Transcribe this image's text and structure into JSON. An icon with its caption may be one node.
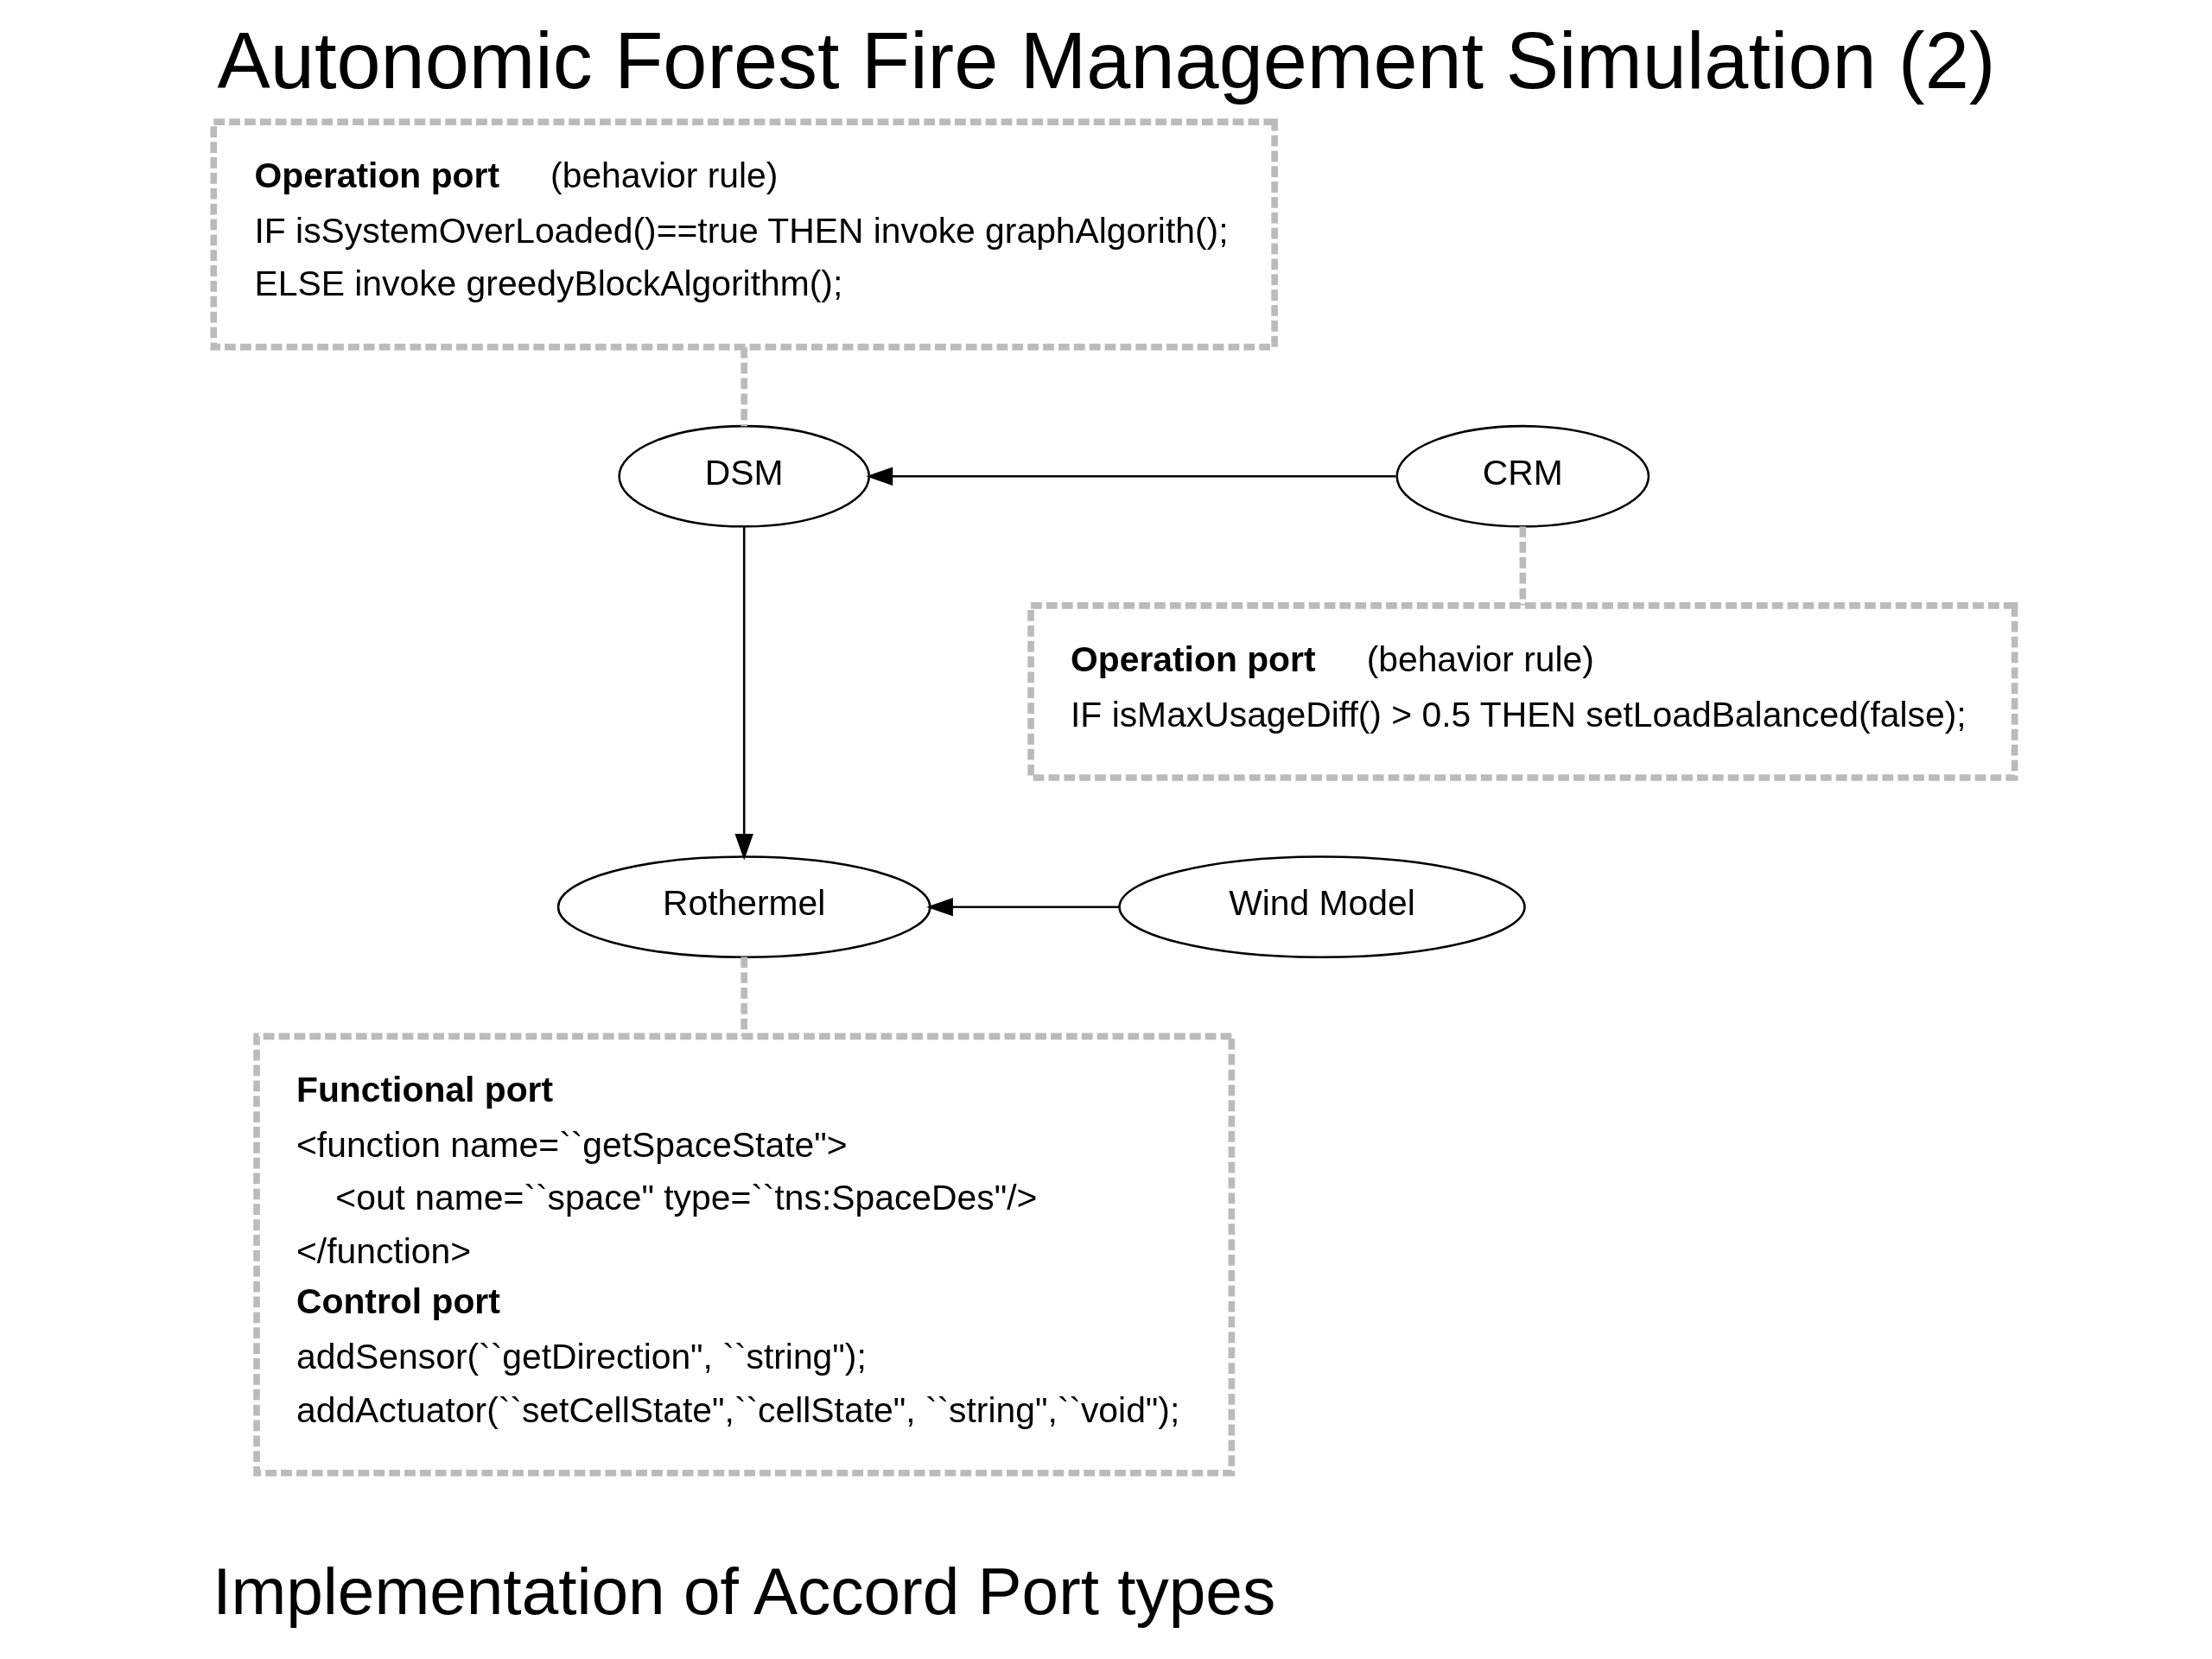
{
  "diagram": {
    "title": "Autonomic Forest Fire Management Simulation (2)",
    "caption": "Implementation of Accord Port types",
    "nodes": [
      {
        "text": [
          "Operation port",
          "(behavior rule)",
          "IF isSystemOverLoaded()==true THEN invoke graphAlgorith();",
          "ELSE invoke greedyBlockAlgorithm();"
        ]
      },
      {
        "text": [
          "DSM"
        ]
      },
      {
        "text": [
          "CRM"
        ]
      },
      {
        "text": [
          "Operation port",
          "(behavior rule)",
          "IF isMaxUsageDiff() > 0.5 THEN setLoadBalanced(false);"
        ]
      },
      {
        "text": [
          "Rothermel"
        ]
      },
      {
        "text": [
          "Wind Model"
        ]
      },
      {
        "text": [
          "Functional port",
          "<function name=``getSpaceState\">",
          "<out name=``space\" type=``tns:SpaceDes\"/>",
          "</function>",
          "Control port",
          "addSensor(``getDirection\", ``string\");",
          "addActuator(``setCellState\",``cellState\", ``string\",``void\");"
        ]
      }
    ],
    "edges": [
      {
        "from": 2,
        "to": 1,
        "arrow": "to"
      },
      {
        "from": 1,
        "to": 4,
        "arrow": "to"
      },
      {
        "from": 5,
        "to": 4,
        "arrow": "to"
      },
      {
        "from": 0,
        "to": 1,
        "arrow": "none",
        "style": "dashed",
        "color": "#bbbbbb"
      },
      {
        "from": 2,
        "to": 3,
        "arrow": "none",
        "style": "dashed",
        "color": "#bbbbbb"
      },
      {
        "from": 4,
        "to": 6,
        "arrow": "none",
        "style": "dashed",
        "color": "#bbbbbb"
      }
    ]
  }
}
